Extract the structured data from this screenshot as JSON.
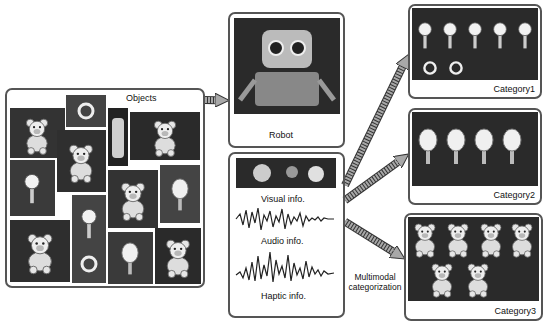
{
  "diagram": {
    "nodes": [
      {
        "text": [
          "Objects"
        ]
      },
      {
        "text": [
          "Robot"
        ]
      },
      {
        "text": [
          "Visual info.",
          "Audio info.",
          "Haptic info."
        ]
      },
      {
        "text": [
          "Category1"
        ]
      },
      {
        "text": [
          "Category2"
        ]
      },
      {
        "text": [
          "Category3"
        ]
      }
    ],
    "edges": [
      {
        "from": 0,
        "to": 1,
        "arrow": "to"
      },
      {
        "from": 2,
        "to": 3,
        "arrow": "to"
      },
      {
        "from": 2,
        "to": 4,
        "arrow": "to"
      },
      {
        "from": 2,
        "to": 5,
        "arrow": "to"
      }
    ],
    "labels": [
      "Multimodal categorization"
    ]
  }
}
